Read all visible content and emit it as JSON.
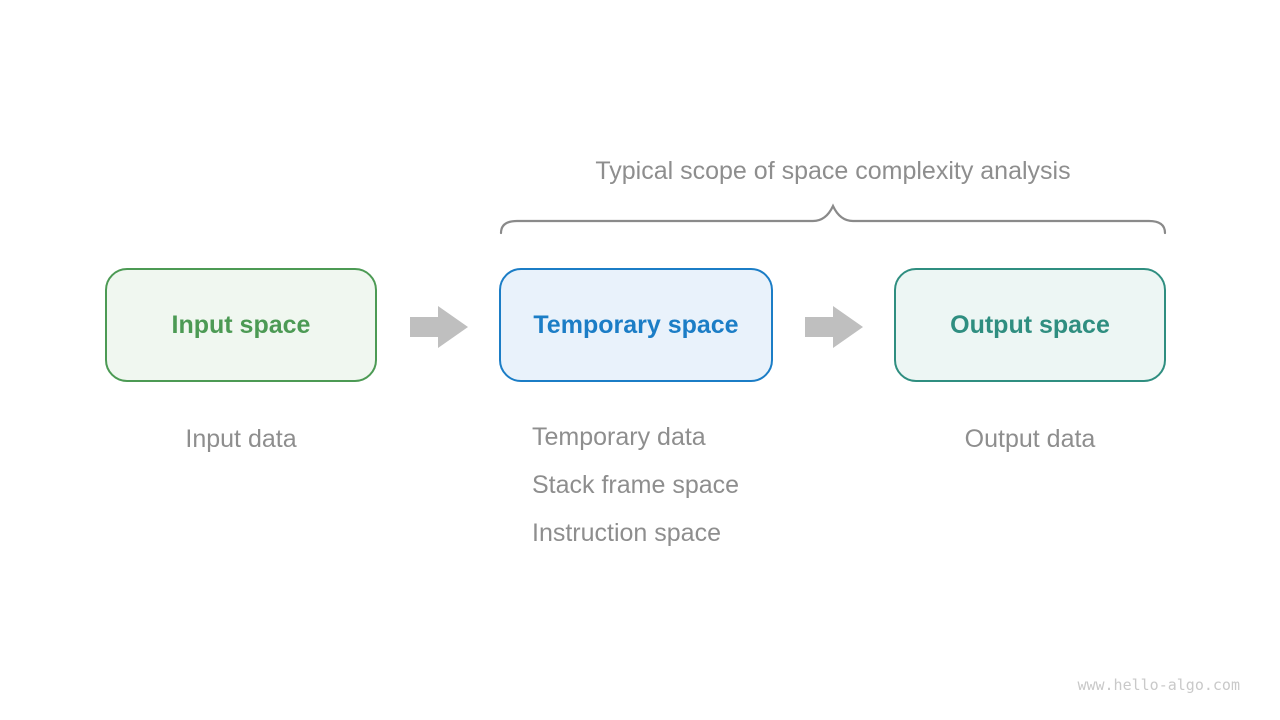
{
  "title": "Typical scope of space complexity analysis",
  "nodes": [
    {
      "id": "input-space",
      "label": "Input space",
      "border_color": "#4c9a54",
      "fill_color": "#f0f7f0",
      "text_color": "#4c9a54"
    },
    {
      "id": "temporary-space",
      "label": "Temporary space",
      "border_color": "#1b7dc6",
      "fill_color": "#e9f2fb",
      "text_color": "#1b7dc6"
    },
    {
      "id": "output-space",
      "label": "Output space",
      "border_color": "#2f8e80",
      "fill_color": "#edf6f4",
      "text_color": "#2f8e80"
    }
  ],
  "annotations": {
    "input": "Input data",
    "temporary": [
      "Temporary data",
      "Stack frame space",
      "Instruction space"
    ],
    "output": "Output data"
  },
  "colors": {
    "arrow": "#bfbfbf",
    "brace": "#8a8a8a",
    "gray_text": "#8e8e8e",
    "watermark_text": "#c9c9c9"
  },
  "watermark": "www.hello-algo.com"
}
